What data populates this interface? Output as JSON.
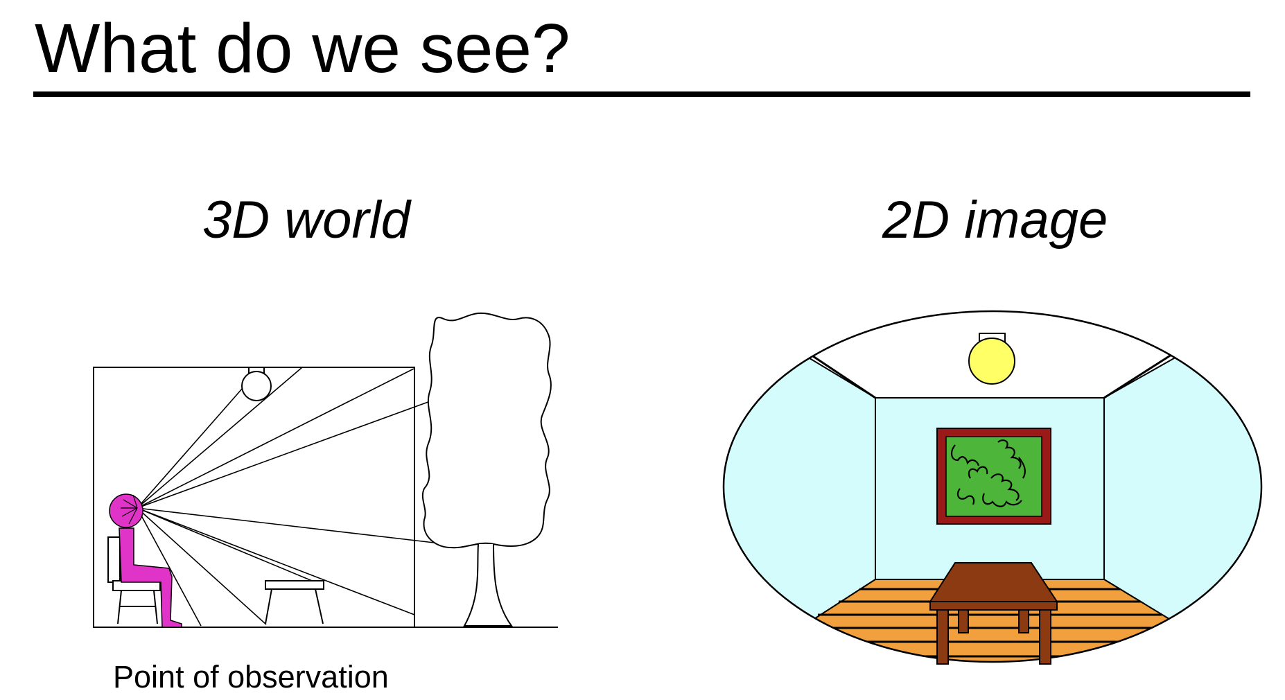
{
  "slide": {
    "title": "What do we see?"
  },
  "panels": {
    "world": {
      "label": "3D world",
      "caption": "Point of observation"
    },
    "image": {
      "label": "2D image"
    }
  },
  "colors": {
    "person": "#e033c8",
    "wall": "#d4fcfc",
    "floor": "#f29f3d",
    "lamp": "#ffff66",
    "frame": "#9a1a1a",
    "painting": "#4cb53a",
    "table": "#8b3a12"
  }
}
